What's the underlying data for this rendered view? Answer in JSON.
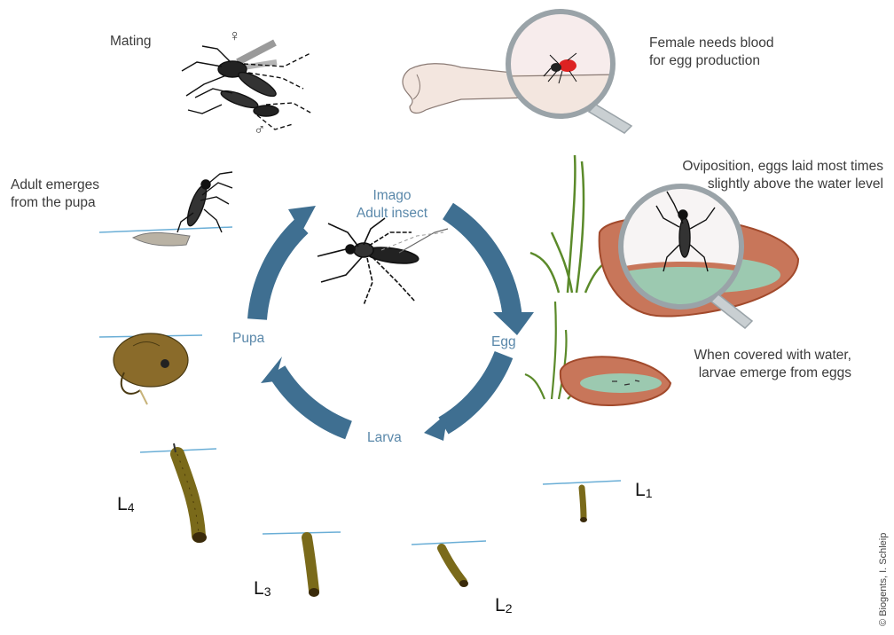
{
  "colors": {
    "cycle_arrow": "#3f6f91",
    "cycle_text": "#5a88aa",
    "label_text": "#3b3b3b",
    "water_line": "#6aaed6",
    "pot": "#c8765a",
    "pot_rim": "#a24a2c",
    "water": "#9cc9b0",
    "grass": "#5b8a2a",
    "larva": "#7a6a1a",
    "pupa": "#8a6b2a",
    "skin": "#f3e6df",
    "lens": "#9aa3a8"
  },
  "cycle": {
    "imago_line1": "Imago",
    "imago_line2": "Adult insect",
    "egg": "Egg",
    "larva": "Larva",
    "pupa": "Pupa"
  },
  "labels": {
    "mating": "Mating",
    "female_sign": "♀",
    "male_sign": "♂",
    "blood_line1": "Female needs blood",
    "blood_line2": "for egg production",
    "ovi_line1": "Oviposition, eggs laid most times",
    "ovi_line2": "slightly above the water level",
    "covered_line1": "When covered with water,",
    "covered_line2": "larvae emerge from eggs",
    "emerges_line1": "Adult emerges",
    "emerges_line2": "from the pupa"
  },
  "stages": {
    "l1_letter": "L",
    "l1_sub": "1",
    "l2_letter": "L",
    "l2_sub": "2",
    "l3_letter": "L",
    "l3_sub": "3",
    "l4_letter": "L",
    "l4_sub": "4"
  },
  "credit": "© Biogents, I. Schleip",
  "icons": [
    "mosquito-mating-icon",
    "arm-bite-magnifier-icon",
    "oviposition-pot-magnifier-icon",
    "flooded-pot-icon",
    "emerging-adult-icon",
    "pupa-icon",
    "larva-icon",
    "adult-mosquito-icon",
    "cycle-arrow-icon"
  ]
}
